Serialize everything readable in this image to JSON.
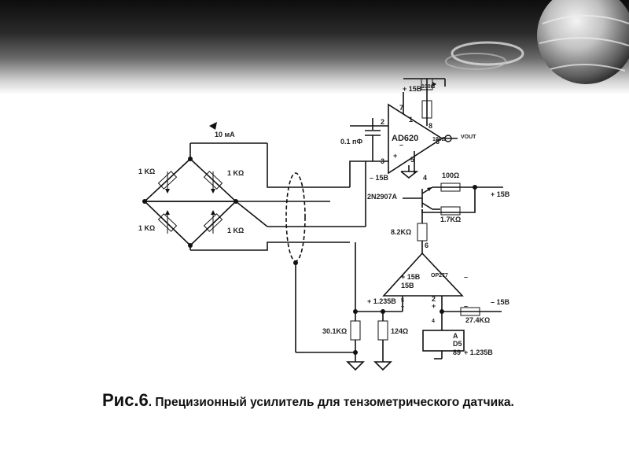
{
  "labels": {
    "current": "10 мА",
    "r_tl": "1 KΩ",
    "r_tr": "1 KΩ",
    "r_bl": "1 KΩ",
    "r_br": "1 KΩ",
    "plus15_top": "+ 15В",
    "minus15_ad": "– 15В",
    "cap": "0.1 пФ",
    "ad620": "AD620",
    "pin1": "1",
    "pin2": "2",
    "pin3": "3",
    "pin4": "4",
    "pin5": "5",
    "pin6": "6",
    "pin7": "7",
    "pin8": "8",
    "minus_sign": "–",
    "plus_sign": "+",
    "rg_label": "100Ω",
    "out_res": "100Ω",
    "vout": "VOUT",
    "r100": "100Ω",
    "trans": "2N2907A",
    "plus15_right": "+ 15В",
    "r17": "1.7KΩ",
    "r82": "8.2KΩ",
    "op6": "6",
    "op277": "OP277",
    "op_plus15": "+ 15В",
    "op_15": "15В",
    "op_dash": "–",
    "op_p5": "5",
    "op_p7": "7",
    "op_p2": "2",
    "op_plus": "+",
    "op_p4": "4",
    "v1235": "+ 1.235В",
    "minus15_right": "– 15В",
    "r301": "30.1KΩ",
    "r124": "124Ω",
    "r274": "27.4KΩ",
    "ad_a": "A",
    "ad_d5": "D5",
    "ad_89": "89",
    "ad_v1235": "+ 1.235В"
  },
  "caption": {
    "number": "Рис.6",
    "text": ". Прецизионный усилитель для тензометрического датчика."
  }
}
